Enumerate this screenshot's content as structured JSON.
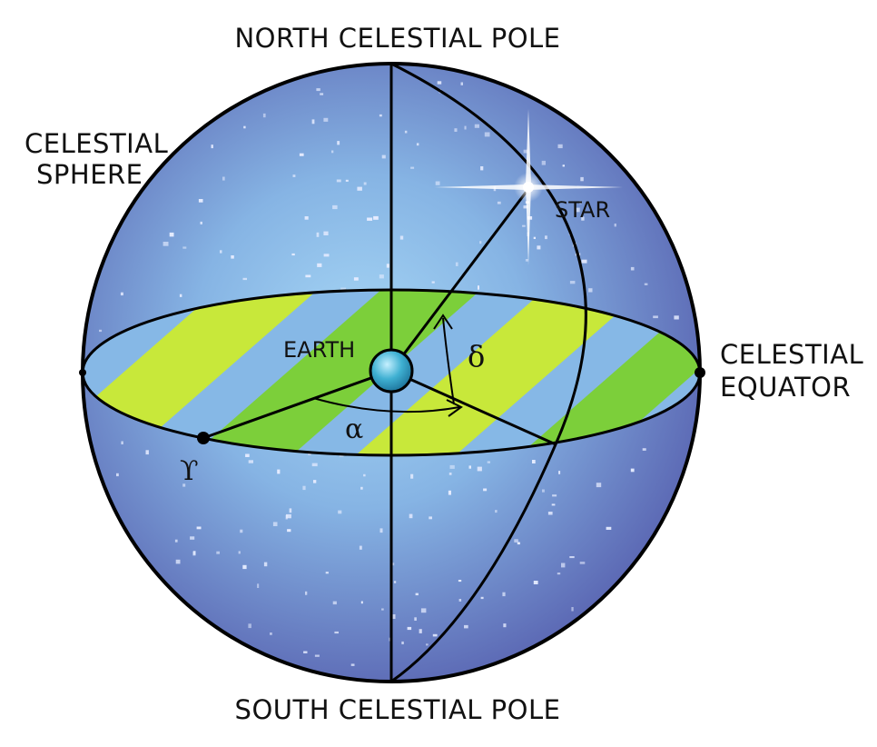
{
  "labels": {
    "north_pole": "NORTH CELESTIAL POLE",
    "south_pole": "SOUTH CELESTIAL POLE",
    "sphere_line1": "CELESTIAL",
    "sphere_line2": "SPHERE",
    "equator_line1": "CELESTIAL",
    "equator_line2": "EQUATOR",
    "star": "STAR",
    "earth": "EARTH",
    "declination": "δ",
    "right_ascension": "α",
    "vernal_equinox": "ϒ"
  },
  "colors": {
    "sphere_center": "#9fd0f2",
    "sphere_edge": "#5a66b2",
    "equator_green": "#7ccf3a",
    "equator_yellow": "#c8e83a",
    "equator_band_blue": "#86b8e6",
    "earth": "#3aa9c9",
    "outline": "#000000",
    "speck": "#e6ecff"
  },
  "icons": {
    "star": "star-sparkle-icon",
    "earth": "earth-globe-icon",
    "vernal_point": "vernal-equinox-dot-icon"
  }
}
